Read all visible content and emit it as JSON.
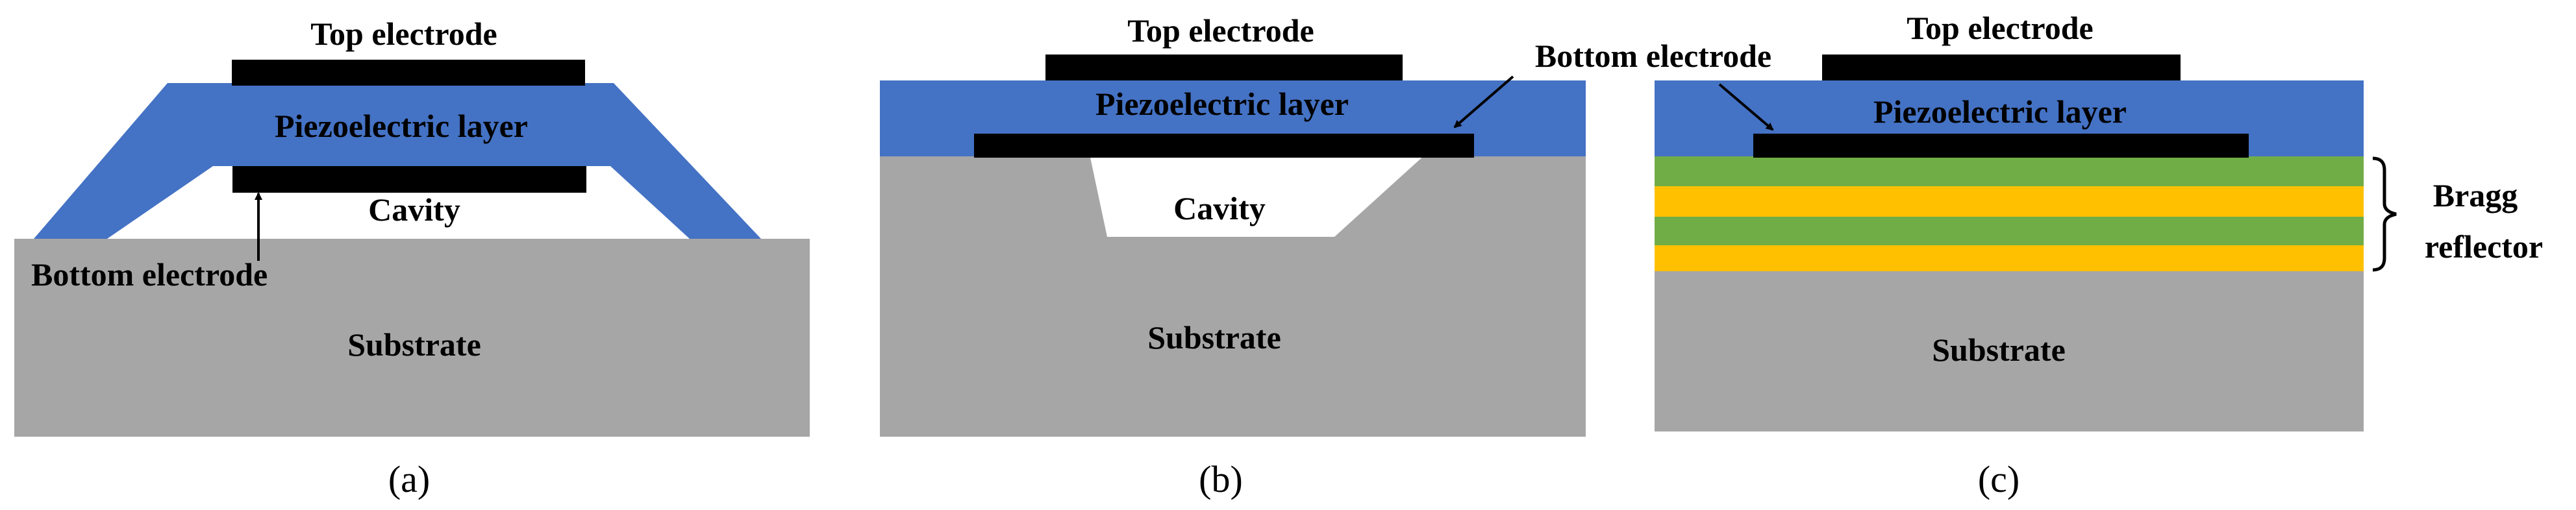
{
  "colors": {
    "substrate": "#a6a6a6",
    "piezo": "#4472c4",
    "electrode": "#000000",
    "bragg_green": "#70ad47",
    "bragg_yellow": "#ffc000"
  },
  "panel_a": {
    "top_electrode": "Top electrode",
    "piezo": "Piezoelectric layer",
    "cavity": "Cavity",
    "bottom_electrode": "Bottom electrode",
    "substrate": "Substrate",
    "caption": "(a)"
  },
  "panel_b": {
    "top_electrode": "Top electrode",
    "bottom_electrode": "Bottom electrode",
    "piezo": "Piezoelectric layer",
    "cavity": "Cavity",
    "substrate": "Substrate",
    "caption": "(b)"
  },
  "panel_c": {
    "top_electrode": "Top electrode",
    "piezo": "Piezoelectric layer",
    "bragg_line1": "Bragg",
    "bragg_line2": "reflector",
    "substrate": "Substrate",
    "caption": "(c)"
  }
}
